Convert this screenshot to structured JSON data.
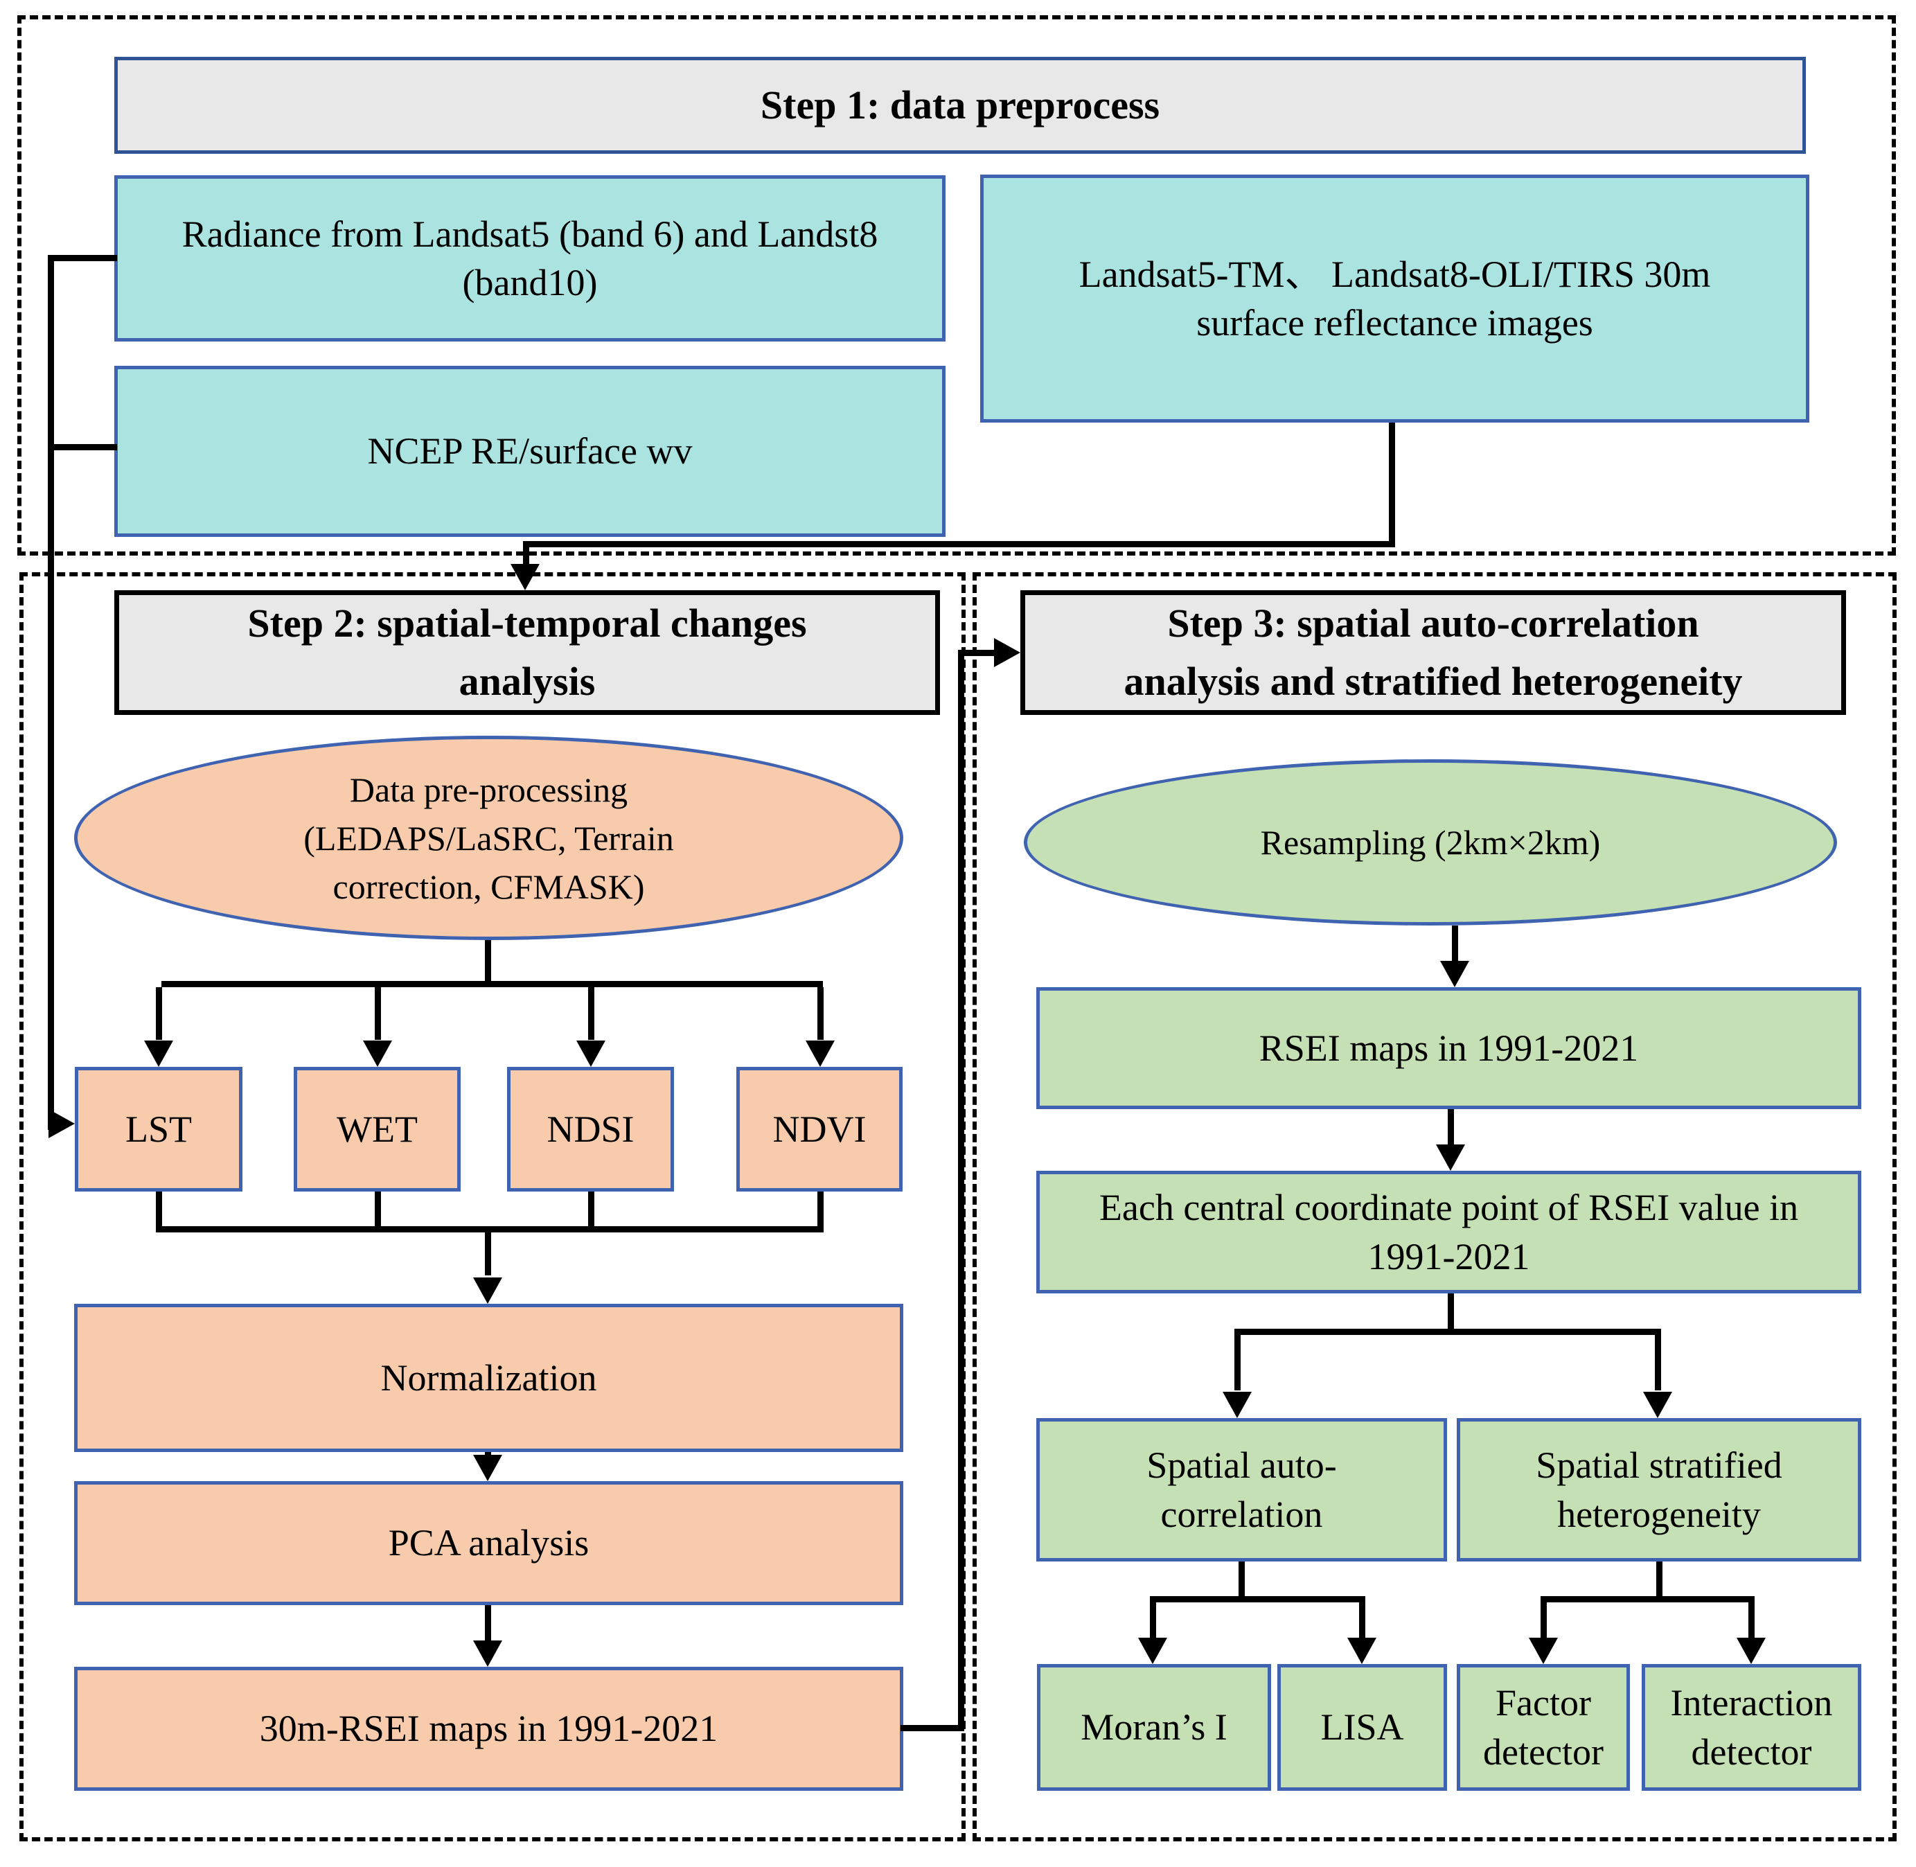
{
  "colors": {
    "background": "#ffffff",
    "dashed_border": "#000000",
    "header_fill": "#e8e8e8",
    "step1_header_border": "#2f5496",
    "step23_header_border": "#000000",
    "node_border_blue": "#3f63b0",
    "cyan_fill": "#aae3e0",
    "peach_fill": "#f8cbad",
    "green_fill": "#c5e0b4",
    "connector": "#000000"
  },
  "step1": {
    "title": "Step 1: data preprocess",
    "radiance_box": "Radiance from Landsat5 (band 6) and Landst8\n(band10)",
    "ncep_box": "NCEP RE/surface wv",
    "landsat_box": "Landsat5-TM、 Landsat8-OLI/TIRS 30m\nsurface reflectance images"
  },
  "step2": {
    "title": "Step 2: spatial-temporal changes\nanalysis",
    "preprocess_ellipse": "Data pre-processing\n(LEDAPS/LaSRC, Terrain\ncorrection, CFMASK)",
    "indices": [
      "LST",
      "WET",
      "NDSI",
      "NDVI"
    ],
    "normalization_box": "Normalization",
    "pca_box": "PCA analysis",
    "rsei_box": "30m-RSEI maps in 1991-2021"
  },
  "step3": {
    "title": "Step 3: spatial auto-correlation\nanalysis and stratified heterogeneity",
    "resampling_ellipse": "Resampling (2km×2km)",
    "rsei_maps_box": "RSEI maps in 1991-2021",
    "central_box": "Each central coordinate point of RSEI value in\n1991-2021",
    "spatial_auto_box": "Spatial auto-\ncorrelation",
    "spatial_stratified_box": "Spatial stratified\nheterogeneity",
    "morans_box": "Moran’s I",
    "lisa_box": "LISA",
    "factor_box": "Factor\ndetector",
    "interaction_box": "Interaction\ndetector"
  }
}
